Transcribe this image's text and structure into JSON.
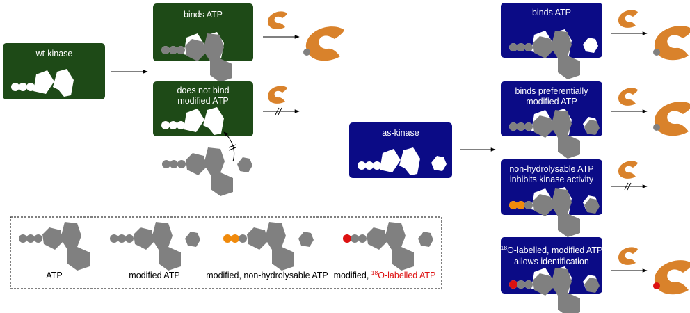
{
  "colors": {
    "wt_box": "#1e4a17",
    "as_box": "#0b0b86",
    "atp_grey": "#808080",
    "substrate": "#d9822b",
    "phospho": "#808080",
    "nonhydrolysable": "#f08a0c",
    "label_red": "#dd1111"
  },
  "boxes": {
    "wt_kinase": "wt-kinase",
    "wt_binds_atp": "binds ATP",
    "wt_no_bind_1": "does not bind",
    "wt_no_bind_2": "modified ATP",
    "as_kinase": "as-kinase",
    "as_binds_atp": "binds ATP",
    "as_pref_1": "binds preferentially",
    "as_pref_2": "modified ATP",
    "as_nonhyd_1": "non-hydrolysable ATP",
    "as_nonhyd_2": "inhibits kinase activity",
    "as_o18_sup": "18",
    "as_o18_1": "O-labelled, modified ATP",
    "as_o18_2": "allows identification"
  },
  "legend": {
    "atp": "ATP",
    "modified_atp": "modified ATP",
    "nonhydrolysable": "modified, non-hydrolysable ATP",
    "o18_prefix": "modified, ",
    "o18_sup": "18",
    "o18_suffix": "O-labelled ATP"
  },
  "icons": {
    "atp": "atp-molecule-icon",
    "substrate": "substrate-protein-icon",
    "blocked_arrow": "blocked-arrow-icon"
  }
}
